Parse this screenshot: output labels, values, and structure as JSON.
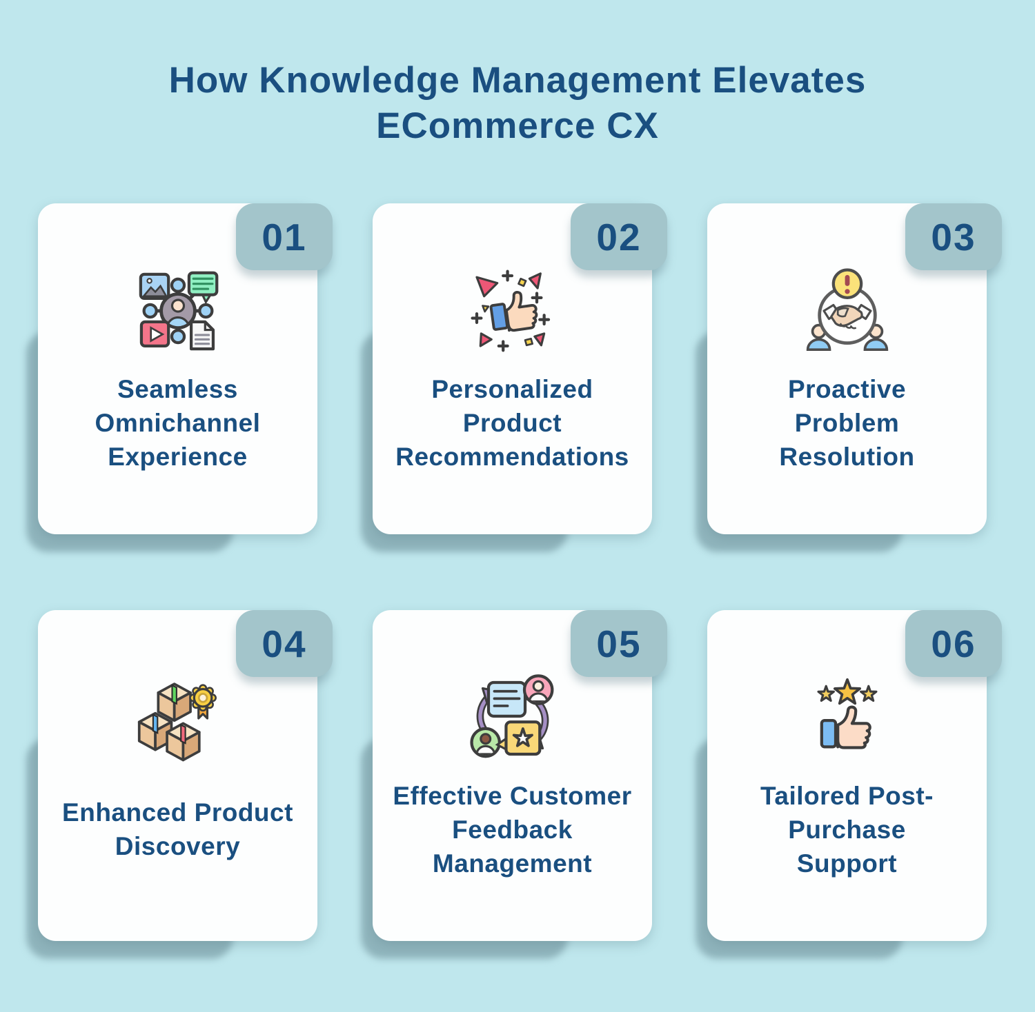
{
  "colors": {
    "page-bg": "#bfe7ed",
    "navy": "#1a4f80",
    "card-bg": "#fdfefe",
    "badge-bg": "#a3c5cb",
    "shadow-teal": "#8fb4bc"
  },
  "title_lines": [
    "How Knowledge Management Elevates",
    "ECommerce CX"
  ],
  "cards": [
    {
      "number": "01",
      "icon": "omnichannel-network-icon",
      "title_lines": [
        "Seamless",
        "Omnichannel",
        "Experience"
      ]
    },
    {
      "number": "02",
      "icon": "thumbs-up-confetti-icon",
      "title_lines": [
        "Personalized",
        "Product",
        "Recommendations"
      ]
    },
    {
      "number": "03",
      "icon": "handshake-alert-icon",
      "title_lines": [
        "Proactive",
        "Problem",
        "Resolution"
      ]
    },
    {
      "number": "04",
      "icon": "product-boxes-award-icon",
      "title_lines": [
        "Enhanced Product",
        "Discovery"
      ]
    },
    {
      "number": "05",
      "icon": "feedback-loop-icon",
      "title_lines": [
        "Effective Customer",
        "Feedback",
        "Management"
      ]
    },
    {
      "number": "06",
      "icon": "thumbs-up-stars-icon",
      "title_lines": [
        "Tailored Post-",
        "Purchase",
        "Support"
      ]
    }
  ]
}
